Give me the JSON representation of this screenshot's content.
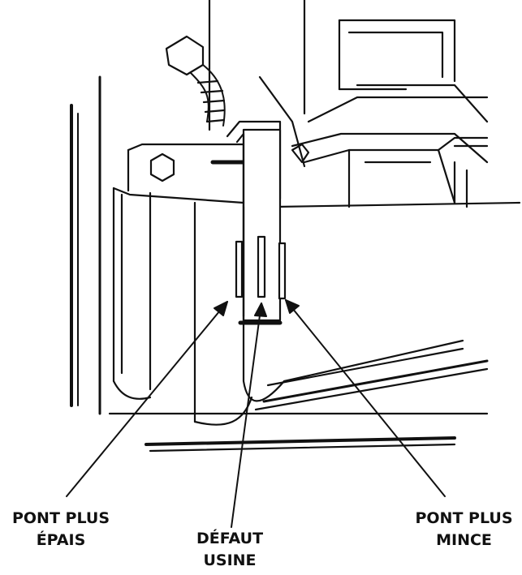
{
  "labels": {
    "thicker": {
      "line1": "PONT PLUS",
      "line2": "ÉPAIS"
    },
    "factory": {
      "line1": "DÉFAUT",
      "line2": "USINE"
    },
    "thinner": {
      "line1": "PONT PLUS",
      "line2": "MINCE"
    }
  },
  "colors": {
    "ink": "#111111",
    "background": "#ffffff"
  }
}
